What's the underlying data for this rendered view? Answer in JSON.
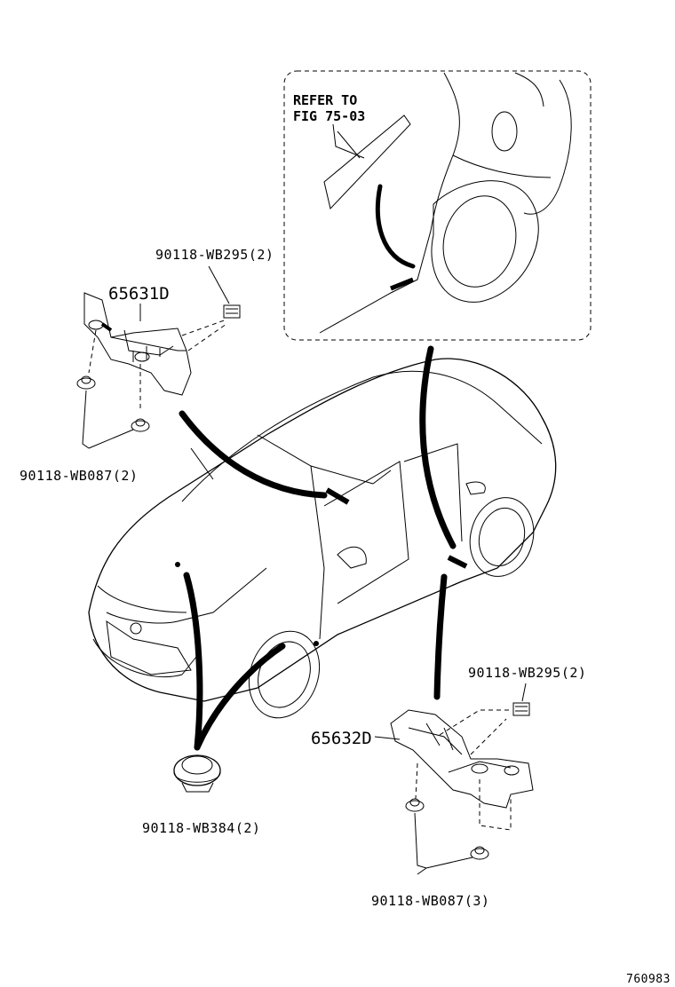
{
  "diagram_id": "760983",
  "inset": {
    "refer_line1": "REFER TO",
    "refer_line2": "FIG 75-03"
  },
  "parts": {
    "left_bracket": "65631D",
    "right_bracket": "65632D",
    "clip_upper_left": "90118-WB295(2)",
    "clip_lower_left": "90118-WB087(2)",
    "grommet": "90118-WB384(2)",
    "clip_upper_right": "90118-WB295(2)",
    "clip_lower_right": "90118-WB087(3)"
  }
}
